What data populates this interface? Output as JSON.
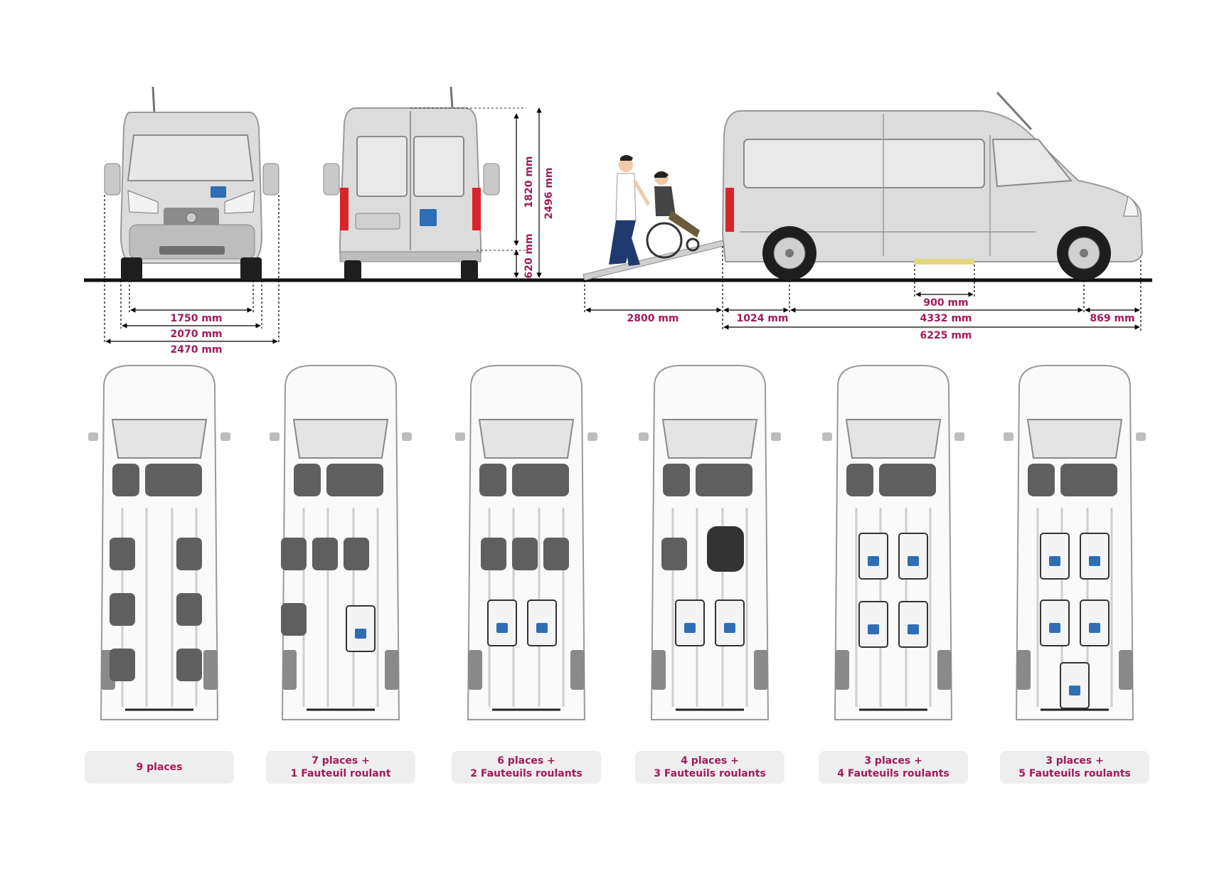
{
  "colors": {
    "accent": "#a3195b",
    "van_body": "#dcdcdc",
    "van_outline": "#9a9a9a",
    "seat": "#5f5f5f",
    "wheel": "#1e1e1e",
    "wheelchair_badge": "#2f6db5",
    "caption_bg": "#eeeeee"
  },
  "icons": {
    "accessibility": "wheelchair-icon"
  },
  "dimensions": {
    "width_track": "1750 mm",
    "width_body": "2070 mm",
    "width_mirrors": "2470 mm",
    "height_interior": "1820 mm",
    "height_floor": "620 mm",
    "height_total": "2496 mm",
    "ramp_length": "2800 mm",
    "rear_overhang": "1024 mm",
    "side_door": "900 mm",
    "wheelbase": "4332 mm",
    "front_overhang": "869 mm",
    "total_length": "6225 mm"
  },
  "configurations": [
    {
      "line1": "9 places",
      "line2": ""
    },
    {
      "line1": "7 places +",
      "line2": "1 Fauteuil roulant"
    },
    {
      "line1": "6 places +",
      "line2": "2 Fauteuils roulants"
    },
    {
      "line1": "4 places +",
      "line2": "3 Fauteuils roulants"
    },
    {
      "line1": "3 places +",
      "line2": "4 Fauteuils roulants"
    },
    {
      "line1": "3 places +",
      "line2": "5 Fauteuils roulants"
    }
  ]
}
